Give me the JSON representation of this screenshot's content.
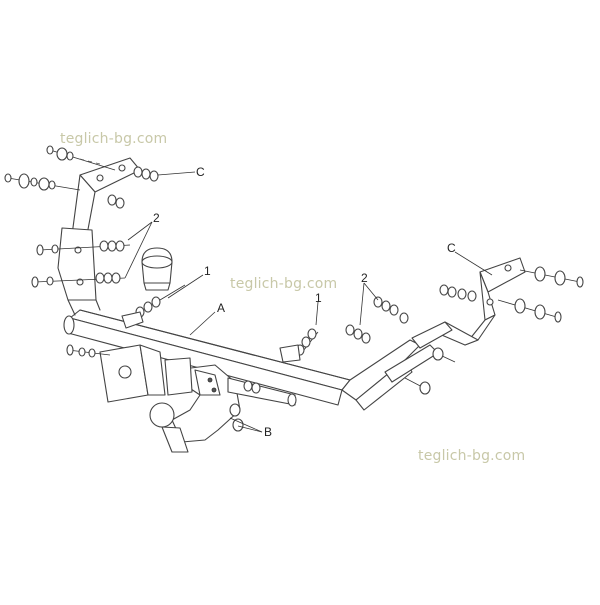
{
  "watermarks": {
    "top": "teglich-bg.com",
    "middle": "teglich-bg.com",
    "bottom": "teglich-bg.com"
  },
  "labels": {
    "A": "A",
    "B": "B",
    "C_left": "C",
    "C_right": "C",
    "one_left": "1",
    "one_right": "1",
    "two_left": "2",
    "two_right": "2"
  }
}
